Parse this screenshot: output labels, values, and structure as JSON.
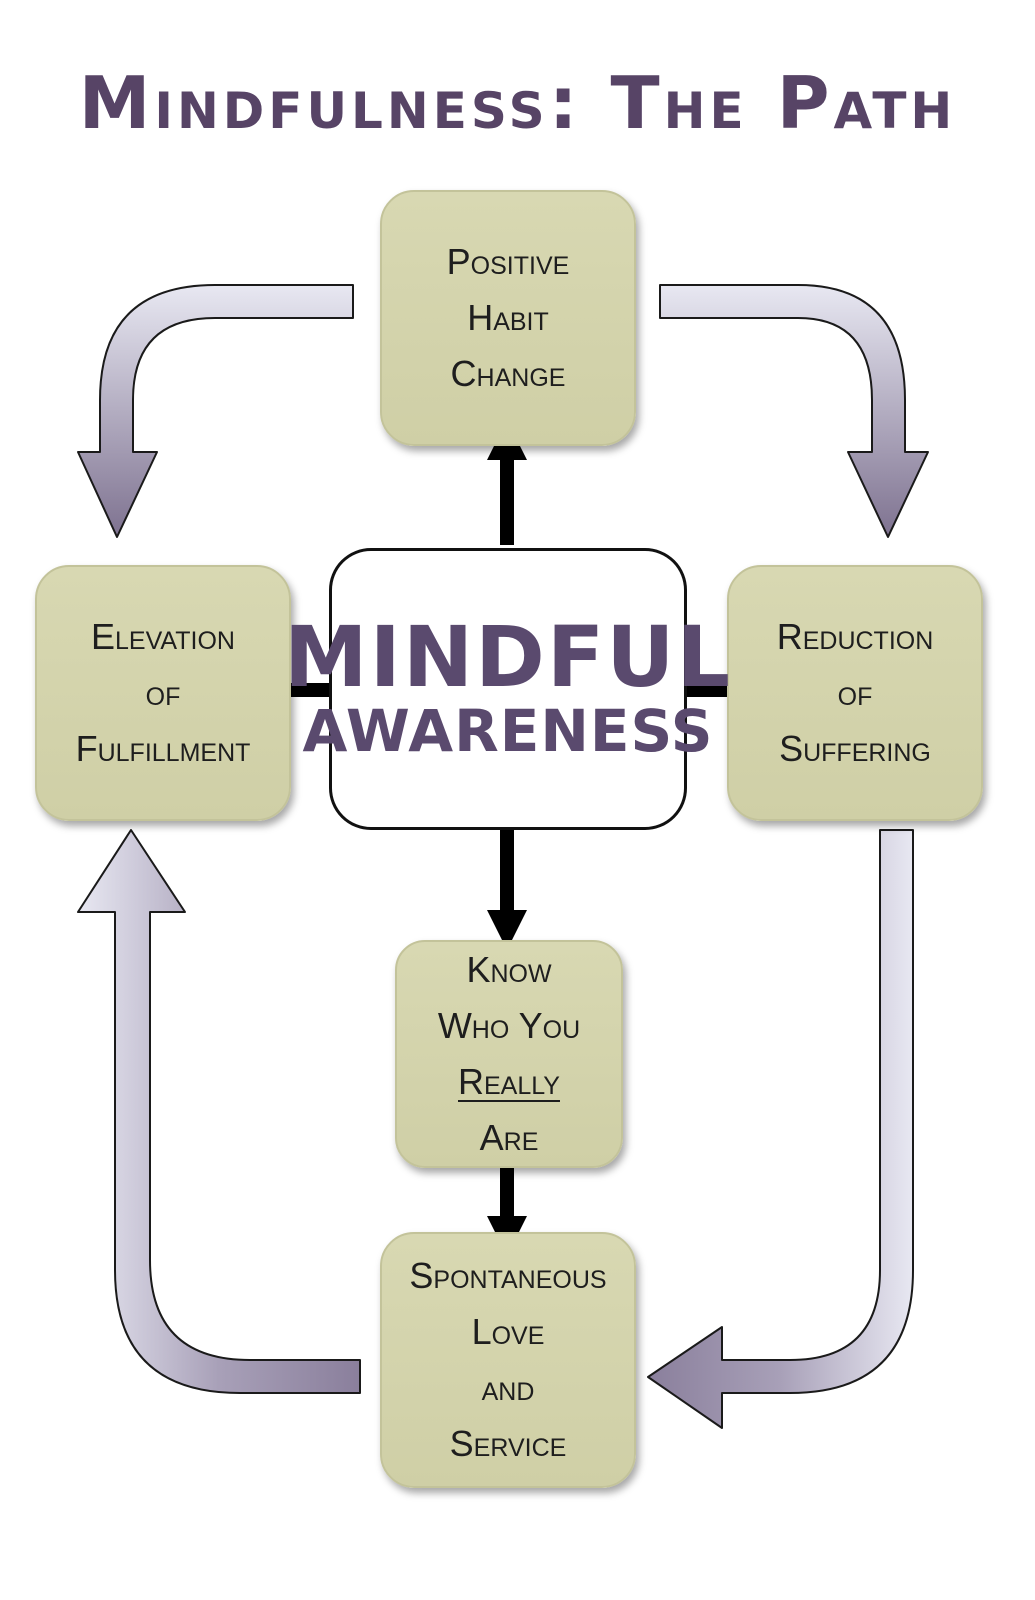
{
  "title": "Mindfulness: The Path",
  "center": {
    "line1": "MINDFUL",
    "line2": "AWARENESS"
  },
  "nodes": {
    "top": {
      "lines": [
        "Positive",
        "Habit",
        "Change"
      ]
    },
    "left": {
      "lines": [
        "Elevation",
        "of",
        "Fulfillment"
      ]
    },
    "right": {
      "lines": [
        "Reduction",
        "of",
        "Suffering"
      ]
    },
    "middle": {
      "lines": [
        "Know",
        "Who You",
        "Really",
        "Are"
      ]
    },
    "bottom": {
      "lines": [
        "Spontaneous",
        "Love",
        "and",
        "Service"
      ]
    }
  },
  "colors": {
    "title": "#574466",
    "center_text": "#5a4a6e",
    "node_fill": "#d2d2aa",
    "cycle_arrow_light": "#e6e6f0",
    "cycle_arrow_dark": "#7a6e8c",
    "direct_arrow": "#000000"
  }
}
